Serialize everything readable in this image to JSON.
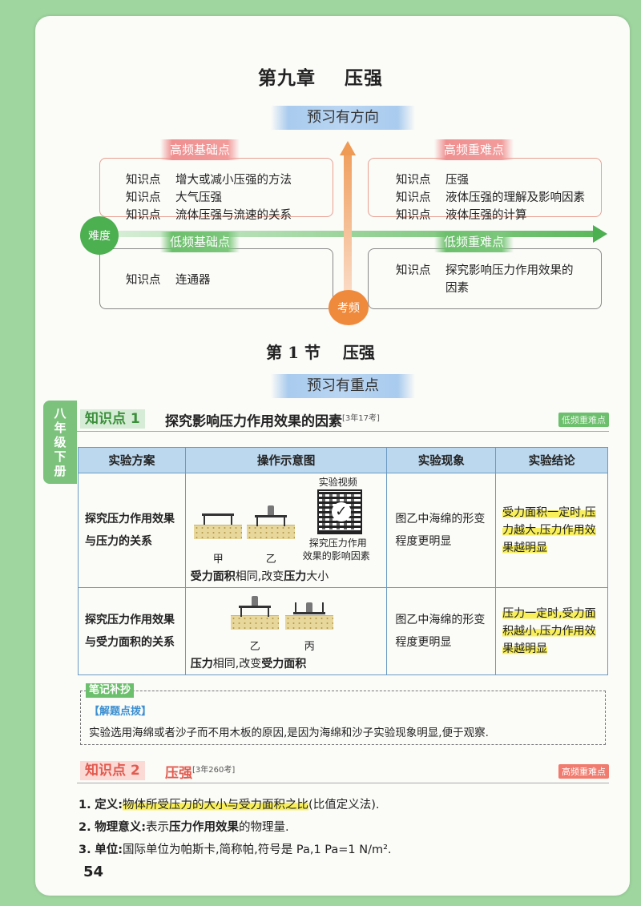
{
  "chapter_title": "第九章    压强",
  "banner_preview_direction": "预习有方向",
  "quadrant": {
    "axis_x_label": "难度",
    "axis_y_label": "考频",
    "top_left": {
      "label": "高频基础点",
      "items": [
        {
          "k": "知识点",
          "v": "增大或减小压强的方法"
        },
        {
          "k": "知识点",
          "v": "大气压强"
        },
        {
          "k": "知识点",
          "v": "流体压强与流速的关系"
        }
      ]
    },
    "top_right": {
      "label": "高频重难点",
      "items": [
        {
          "k": "知识点",
          "v": "压强"
        },
        {
          "k": "知识点",
          "v": "液体压强的理解及影响因素"
        },
        {
          "k": "知识点",
          "v": "液体压强的计算"
        }
      ]
    },
    "bottom_left": {
      "label": "低频基础点",
      "items": [
        {
          "k": "知识点",
          "v": "连通器"
        }
      ]
    },
    "bottom_right": {
      "label": "低频重难点",
      "items": [
        {
          "k": "知识点",
          "v": "探究影响压力作用效果的"
        },
        {
          "k": "",
          "v": "因素"
        }
      ]
    }
  },
  "section_title": "第 1 节    压强",
  "banner_preview_key": "预习有重点",
  "side_tab": [
    "八",
    "年",
    "级",
    "下",
    "册"
  ],
  "kp1": {
    "label": "知识点 1",
    "title": "探究影响压力作用效果的因素",
    "sup": "[3年17考]",
    "badge": "低频重难点"
  },
  "table": {
    "headers": [
      "实验方案",
      "操作示意图",
      "实验现象",
      "实验结论"
    ],
    "row1": {
      "plan": "探究压力作用效果与压力的关系",
      "cap_a": "甲",
      "cap_b": "乙",
      "qr_title": "实验视频",
      "qr_caption_1": "探究压力作用",
      "qr_caption_2": "效果的影响因素",
      "diag_caption_pre": "受力面积",
      "diag_caption_mid": "相同,改变",
      "diag_caption_bold": "压力",
      "diag_caption_post": "大小",
      "observation": "图乙中海绵的形变程度更明显",
      "conclusion": "受力面积一定时,压力越大,压力作用效果越明显"
    },
    "row2": {
      "plan": "探究压力作用效果与受力面积的关系",
      "cap_a": "乙",
      "cap_b": "丙",
      "diag_caption_pre": "压力",
      "diag_caption_mid": "相同,改变",
      "diag_caption_bold": "受力面积",
      "observation": "图乙中海绵的形变程度更明显",
      "conclusion": "压力一定时,受力面积越小,压力作用效果越明显"
    }
  },
  "notes": {
    "tag": "笔记补抄",
    "sub": "【解题点拨】",
    "text": "实验选用海绵或者沙子而不用木板的原因,是因为海绵和沙子实验现象明显,便于观察."
  },
  "kp2": {
    "label": "知识点 2",
    "title": "压强",
    "sup": "[3年260考]",
    "badge": "高频重难点"
  },
  "list": [
    {
      "num": "1.",
      "term": "定义:",
      "text_hl": "物体所受压力的大小与受力面积之比",
      "text_rest": "(比值定义法)."
    },
    {
      "num": "2.",
      "term": "物理意义:",
      "text_pre": "表示",
      "text_bold": "压力作用效果",
      "text_rest": "的物理量."
    },
    {
      "num": "3.",
      "term": "单位:",
      "text": "国际单位为帕斯卡,简称帕,符号是 Pa,1 Pa=1 N/m²."
    }
  ],
  "page_number": "54"
}
